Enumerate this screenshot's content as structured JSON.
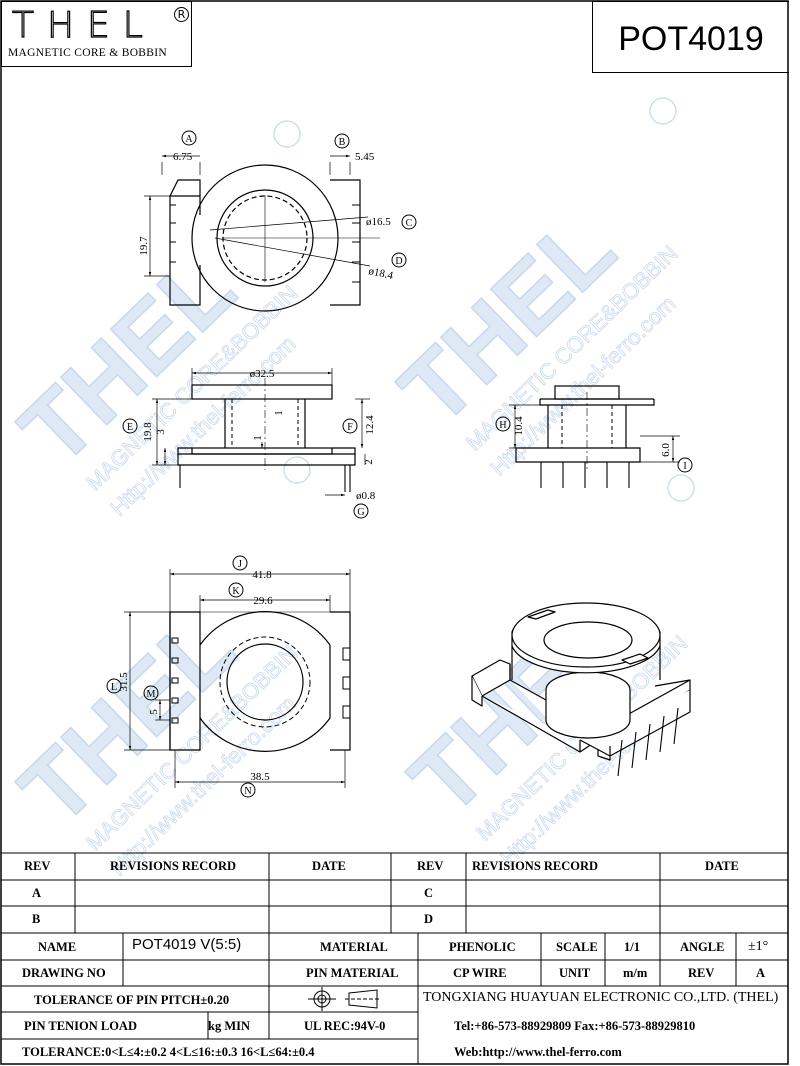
{
  "title_block": {
    "logo_name": "THEL",
    "logo_reg": "R",
    "logo_sub": "MAGNETIC CORE & BOBBIN",
    "part_number": "POT4019"
  },
  "watermarks": [
    {
      "name": "THEL",
      "sub": "MAGNETIC CORE&BOBBIN",
      "url": "Http://www.thel-ferro.com",
      "reg": "R"
    },
    {
      "name": "THEL",
      "sub": "MAGNETIC CORE&BOBBIN",
      "url": "Http://www.thel-ferro.com",
      "reg": "R"
    },
    {
      "name": "THEL",
      "sub": "MAGNETIC CORE&BOBBIN",
      "url": "Http://www.thel-ferro.com",
      "reg": "R"
    },
    {
      "name": "THEL",
      "sub": "MAGNETIC CORE&BOBBIN",
      "url": "Http://www.thel-ferro.com",
      "reg": "R"
    }
  ],
  "top_view": {
    "callouts": [
      "A",
      "B",
      "C",
      "D"
    ],
    "dims": {
      "a": "6.75",
      "b": "5.45",
      "h": "19.7",
      "c": "ø16.5",
      "d": "ø18.4"
    }
  },
  "front_view": {
    "callouts": [
      "E",
      "F",
      "G"
    ],
    "dims": {
      "width": "ø32.5",
      "e": "19.8",
      "f": "12.4",
      "left_small": "3",
      "center_small": "1",
      "wall": "1",
      "bottom": "2",
      "pin": "ø0.8"
    }
  },
  "side_view": {
    "callouts": [
      "H",
      "I"
    ],
    "dims": {
      "h": "10.4",
      "i": "6.0"
    }
  },
  "bottom_view": {
    "callouts": [
      "J",
      "K",
      "L",
      "M",
      "N"
    ],
    "dims": {
      "j": "41.8",
      "k": "29.6",
      "l": "31.5",
      "m": "5",
      "n": "38.5"
    }
  },
  "table": {
    "rev_header": "REV",
    "rev_record": "REVISIONS RECORD",
    "date_header": "DATE",
    "rev_rows_left": [
      "A",
      "B"
    ],
    "rev_rows_right": [
      "C",
      "D"
    ],
    "name_label": "NAME",
    "name_value": "POT4019 V(5:5)",
    "material_label": "MATERIAL",
    "material_value": "PHENOLIC",
    "scale_label": "SCALE",
    "scale_value": "1/1",
    "angle_label": "ANGLE",
    "angle_value": "±1°",
    "drawing_no_label": "DRAWING NO",
    "pin_material_label": "PIN MATERIAL",
    "pin_material_value": "CP WIRE",
    "unit_label": "UNIT",
    "unit_value": "m/m",
    "rev_label": "REV",
    "rev_value": "A",
    "pitch_tolerance": "TOLERANCE OF PIN PITCH±0.20",
    "pin_tension": "PIN TENION LOAD",
    "pin_tension_unit": "kg MIN",
    "ul_rec": "UL REC:94V-0",
    "tolerance": "TOLERANCE:0<L≤4:±0.2  4<L≤16:±0.3  16<L≤64:±0.4",
    "company": "TONGXIANG HUAYUAN ELECTRONIC CO.,LTD.  (THEL)",
    "tel_fax": "Tel:+86-573-88929809 Fax:+86-573-88929810",
    "web": "Web:http://www.thel-ferro.com"
  }
}
